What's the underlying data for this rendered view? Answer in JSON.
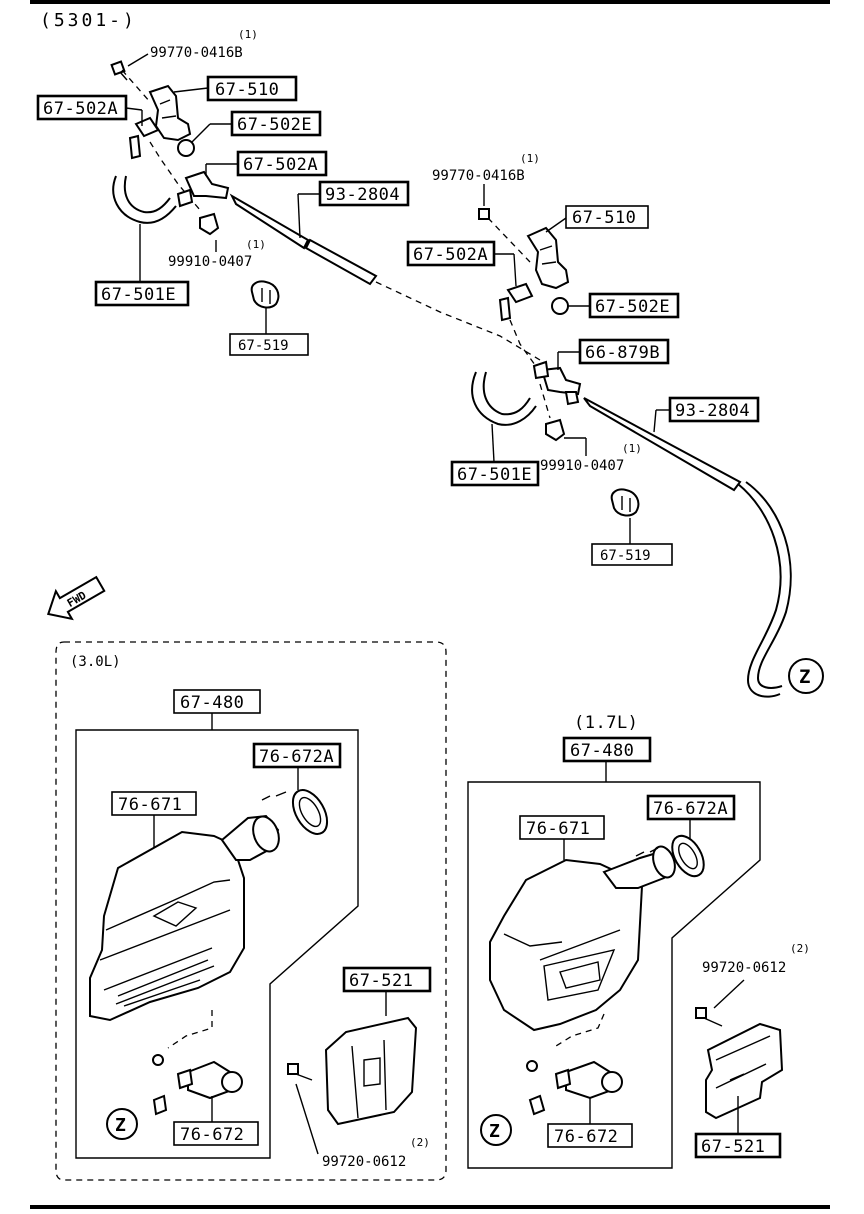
{
  "header": {
    "code": "(5301-)"
  },
  "section_labels": {
    "v6": "(3.0L)",
    "i4": "(1.7L)"
  },
  "qty_marks": {
    "one": "(1)",
    "two": "(2)"
  },
  "fwd": "FWD",
  "ref_marker": "Z",
  "parts": {
    "nozzle": "67-510",
    "joint_a": "67-502A",
    "joint_e": "67-502E",
    "hose_e": "67-501E",
    "tube": "93-2804",
    "joint_b": "66-879B",
    "clip": "67-519",
    "screw_0416": "99770-0416B",
    "clamp_0407": "99910-0407",
    "tank_assy": "67-480",
    "tank": "76-671",
    "cap": "76-672A",
    "motor": "76-672",
    "bracket": "67-521",
    "bolt_0612": "99720-0612"
  }
}
